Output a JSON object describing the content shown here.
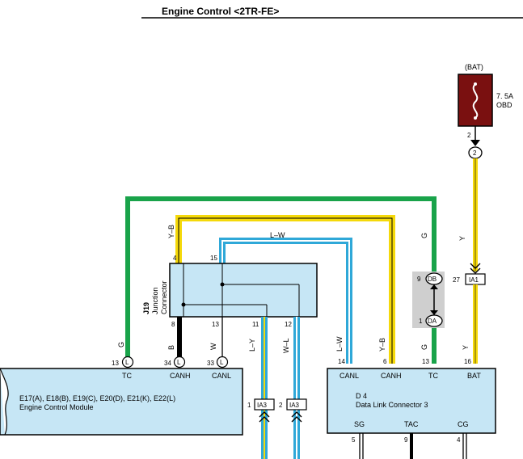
{
  "title": "Engine Control <2TR-FE>",
  "fuse": {
    "supply": "(BAT)",
    "rating": "7. 5A",
    "name": "OBD"
  },
  "junction_connector": {
    "code": "J19",
    "name_line1": "Junction",
    "name_line2": "Connector"
  },
  "ecm": {
    "codes": "E17(A), E18(B), E19(C), E20(D), E21(K), E22(L)",
    "name": "Engine Control Module",
    "terminals": [
      {
        "pin": "13",
        "conn": "L",
        "name": "TC"
      },
      {
        "pin": "34",
        "conn": "L",
        "name": "CANH"
      },
      {
        "pin": "33",
        "conn": "L",
        "name": "CANL"
      }
    ]
  },
  "dlc": {
    "code": "D 4",
    "name": "Data Link Connector 3",
    "top_terminals": [
      {
        "pin": "14",
        "name": "CANL"
      },
      {
        "pin": "6",
        "name": "CANH"
      },
      {
        "pin": "13",
        "name": "TC"
      },
      {
        "pin": "16",
        "name": "BAT"
      }
    ],
    "bottom_terminals": [
      {
        "pin": "5",
        "name": "SG"
      },
      {
        "pin": "9",
        "name": "TAC"
      },
      {
        "pin": "4",
        "name": "CG"
      }
    ]
  },
  "wires": {
    "green": "G",
    "yellow_black": "Y–B",
    "light_white": "L–W",
    "yellow": "Y",
    "black": "B",
    "white": "W",
    "light_yellow": "L–Y",
    "white_light": "W–L"
  },
  "pins": {
    "j4": "4",
    "j15": "15",
    "j8": "8",
    "j13": "13",
    "j11": "11",
    "j12": "12",
    "db9": "9",
    "da1": "1",
    "ia1_27": "27",
    "fuse2": "2",
    "ia3_1": "1",
    "ia3_2": "2"
  },
  "connectors": {
    "db": "DB",
    "da": "DA",
    "ia1": "IA1",
    "ia3": "IA3",
    "fuse_conn": "2"
  },
  "colors": {
    "green": "#19a34a",
    "yellow": "#f5d90a",
    "blue": "#2fa8d8",
    "box_fill": "#c6e6f5",
    "fuse_fill": "#7a1010"
  }
}
